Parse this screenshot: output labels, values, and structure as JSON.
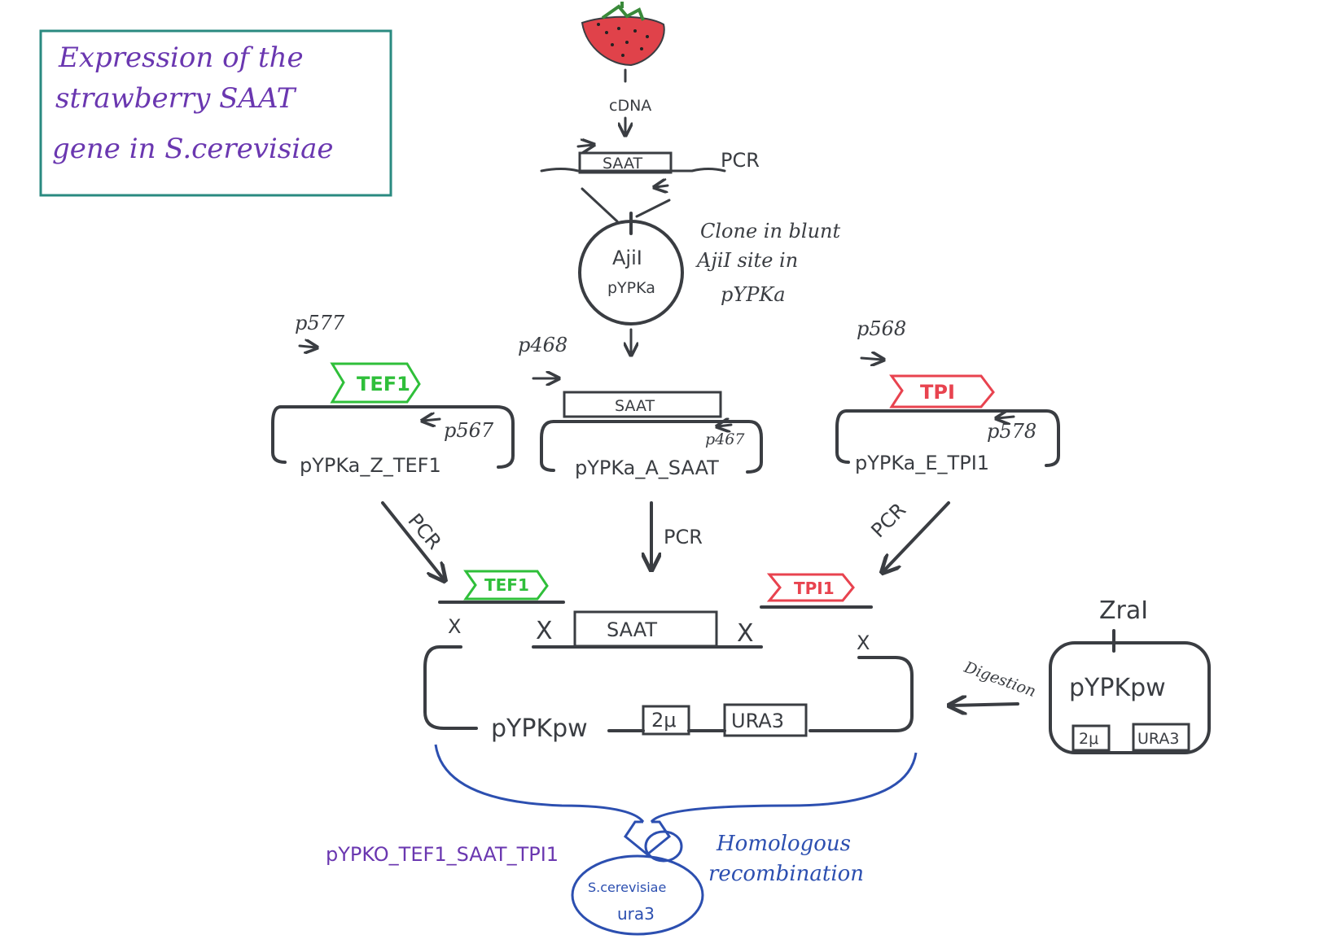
{
  "title_box": {
    "line1": "Expression of the",
    "line2": "strawberry SAAT",
    "line3": "gene in S.cerevisiae"
  },
  "top": {
    "cdna": "cDNA",
    "saat": "SAAT",
    "pcr": "PCR",
    "vector_site": "AjiI",
    "vector_name": "pYPKa",
    "clone_note_1": "Clone in blunt",
    "clone_note_2": "AjiI site in",
    "clone_note_3": "pYPKa"
  },
  "plasmids": {
    "left": {
      "primer_fwd": "p577",
      "primer_rev": "p567",
      "insert": "TEF1",
      "name": "pYPKa_Z_TEF1"
    },
    "middle": {
      "primer_fwd": "p468",
      "primer_rev": "p467",
      "insert": "SAAT",
      "name": "pYPKa_A_SAAT"
    },
    "right": {
      "primer_fwd": "p568",
      "primer_rev": "p578",
      "insert": "TPI",
      "name": "pYPKa_E_TPI1"
    }
  },
  "pcr_labels": {
    "left": "PCR",
    "middle": "PCR",
    "right": "PCR"
  },
  "assembly": {
    "tef": "TEF1",
    "saat": "SAAT",
    "tpi": "TPI1",
    "cross": "X",
    "backbone": "pYPKpw",
    "marker_2u": "2μ",
    "marker_ura": "URA3"
  },
  "digest": {
    "enzyme": "ZraI",
    "label": "Digestion",
    "plasmid": "pYPKpw",
    "marker_2u": "2μ",
    "marker_ura": "URA3"
  },
  "result": {
    "product": "pYPKO_TEF1_SAAT_TPI1",
    "cell_line1": "S.cerevisiae",
    "cell_line2": "ura3",
    "hr_line1": "Homologous",
    "hr_line2": "recombination"
  },
  "colors": {
    "ink": "#3a3d42",
    "title_border": "#2a8a80",
    "title_text": "#6a37b0",
    "tef": "#2fbf3a",
    "tpi": "#e8434f",
    "strawberry": "#e0424a",
    "leaf": "#3a8a3a",
    "blue": "#2c4fb0",
    "purple": "#6a37b0"
  }
}
